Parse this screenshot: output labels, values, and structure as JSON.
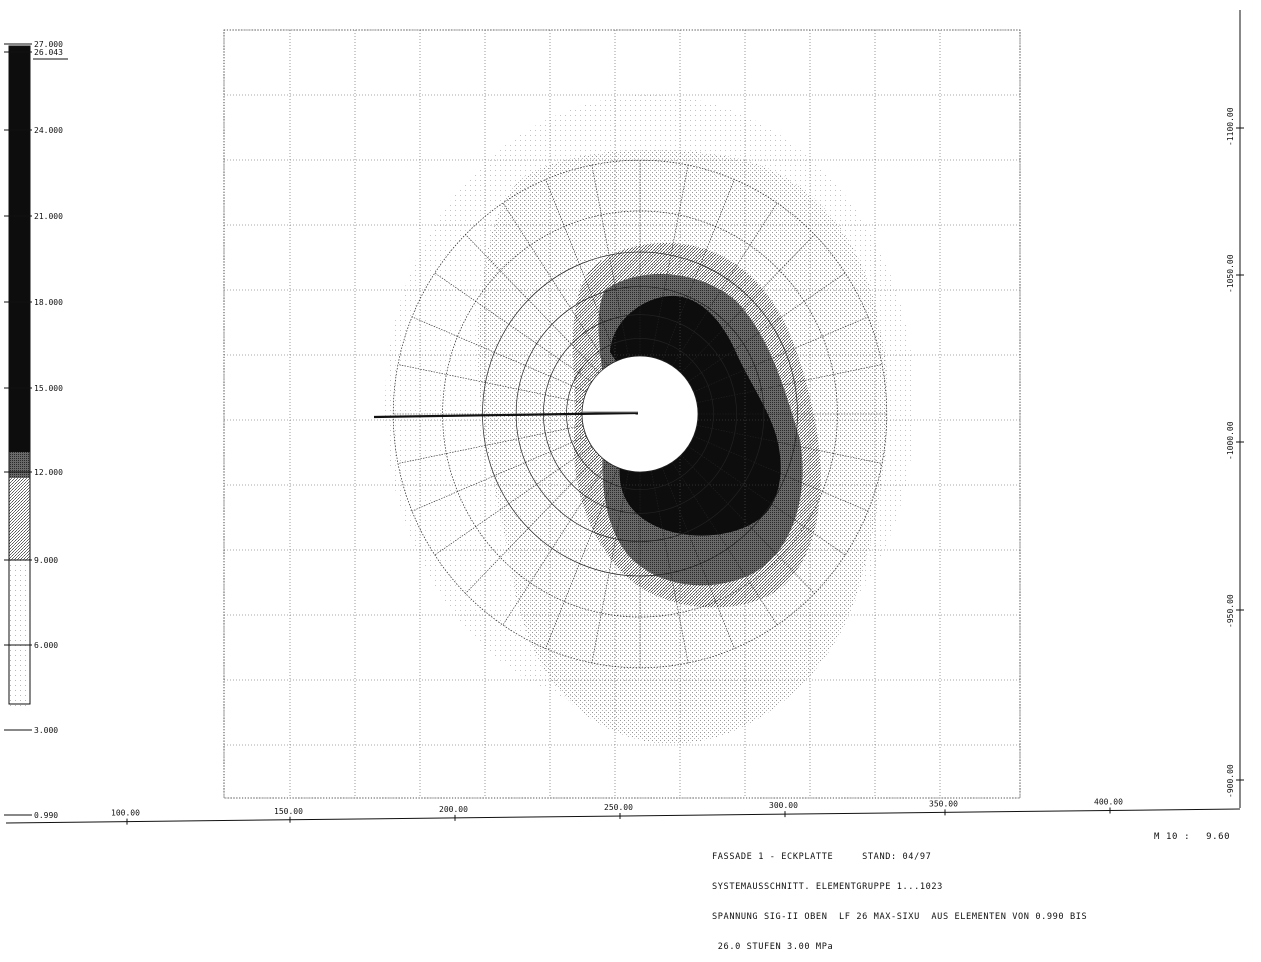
{
  "legend": {
    "levels": [
      "27.000",
      "26.043",
      "24.000",
      "21.000",
      "18.000",
      "15.000",
      "12.000",
      "9.000",
      "6.000",
      "3.000",
      "0.990"
    ]
  },
  "x_axis": {
    "ticks": [
      "100.00",
      "150.00",
      "200.00",
      "250.00",
      "300.00",
      "350.00",
      "400.00"
    ]
  },
  "y_axis": {
    "ticks": [
      "-1100.00",
      "-1050.00",
      "-1000.00",
      "-950.00",
      "-900.00"
    ]
  },
  "caption": {
    "line1": "FASSADE 1 - ECKPLATTE     STAND: 04/97",
    "line2": "SYSTEMAUSSCHNITT. ELEMENTGRUPPE 1...1023",
    "line3": "SPANNUNG SIG-II OBEN  LF 26 MAX-SIXU  AUS ELEMENTEN VON 0.990 BIS",
    "line4": " 26.0 STUFEN 3.00 MPa"
  },
  "scale": {
    "label": "M 10 :",
    "value": "9.60"
  },
  "colors": {
    "ink": "#111111",
    "stress_high": "#0d0d0d",
    "stress_mid": "#7a7a7a",
    "stress_low": "#c9c9c9",
    "hole": "#ffffff"
  }
}
